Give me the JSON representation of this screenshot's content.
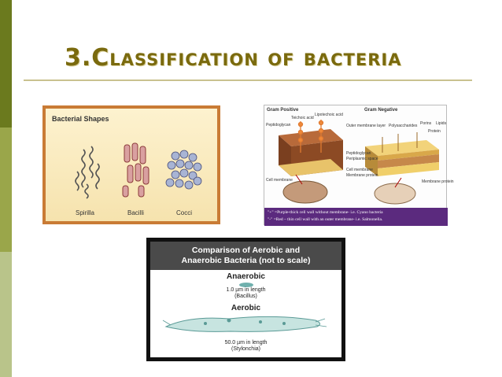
{
  "slide": {
    "title": "3.Classification of bacteria"
  },
  "shapes_panel": {
    "title": "Bacterial Shapes",
    "labels": [
      "Spirilla",
      "Bacilli",
      "Cocci"
    ]
  },
  "gram_panel": {
    "header_left": "Gram Positive",
    "header_right": "Gram Negative",
    "labels": {
      "teichoic_acid": "Teichoic acid",
      "lipoteichoic_acid": "Lipotechoic acid",
      "peptidoglycan_left": "Peptidoglycan",
      "outer_membrane": "Outer membrane layer",
      "polysaccharides": "Polysaccharides",
      "porins": "Porins",
      "lipids": "Lipids",
      "protein": "Protein",
      "peptidoglycan_right": "Peptidoglycan",
      "periplasmic_space": "Periplasmic space",
      "cell_membrane_right": "Cell membrane",
      "membrane_protein_center": "Membrane protein",
      "cell_membrane_left": "Cell membrane",
      "membrane_protein_right": "Membrane protein"
    },
    "caption_line1": "\"+\" =Purple-thick cell wall without membrane- i.e. Cyano bacteria",
    "caption_line2": "\"-\" =Red – thin cell wall with an outer membrane- i.e. Salmonella."
  },
  "aerobic_panel": {
    "heading_line1": "Comparison of Aerobic and",
    "heading_line2": "Anaerobic Bacteria (not to scale)",
    "anaerobic_label": "Anaerobic",
    "anaerobic_size": "1.0 µm in length",
    "anaerobic_example": "(Bacillus)",
    "aerobic_label": "Aerobic",
    "aerobic_size": "50.0 µm in length",
    "aerobic_example": "(Stylonchia)"
  },
  "colors": {
    "title": "#7a6a0e",
    "accent_dark": "#6b7a1e",
    "panel_border": "#c97b35",
    "caption_bg": "#5b2a7e"
  }
}
